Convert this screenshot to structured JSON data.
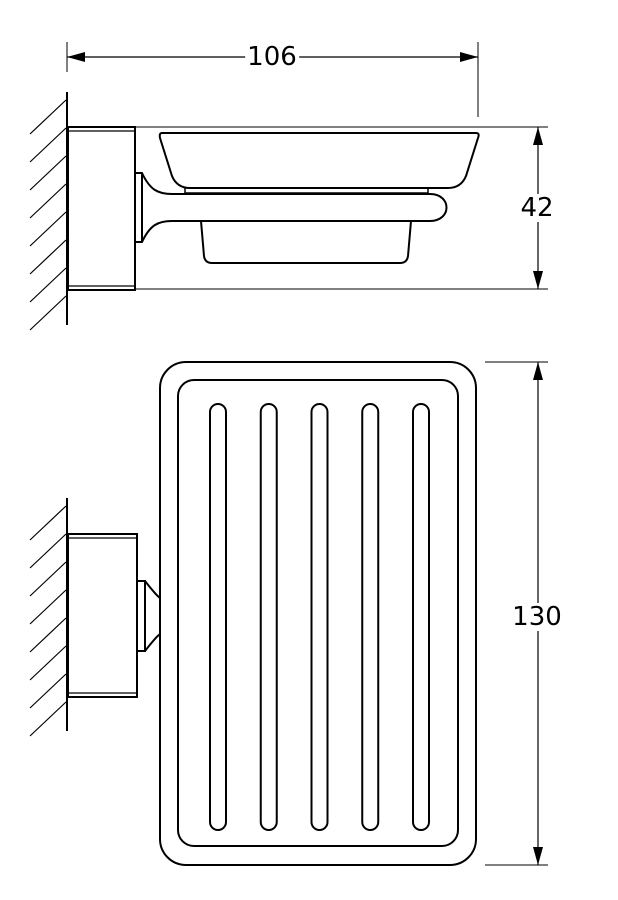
{
  "dimensions": {
    "width": "106",
    "height_side": "42",
    "length_top": "130"
  },
  "colors": {
    "line": "#000000",
    "background": "#ffffff"
  },
  "slot_count": 5
}
